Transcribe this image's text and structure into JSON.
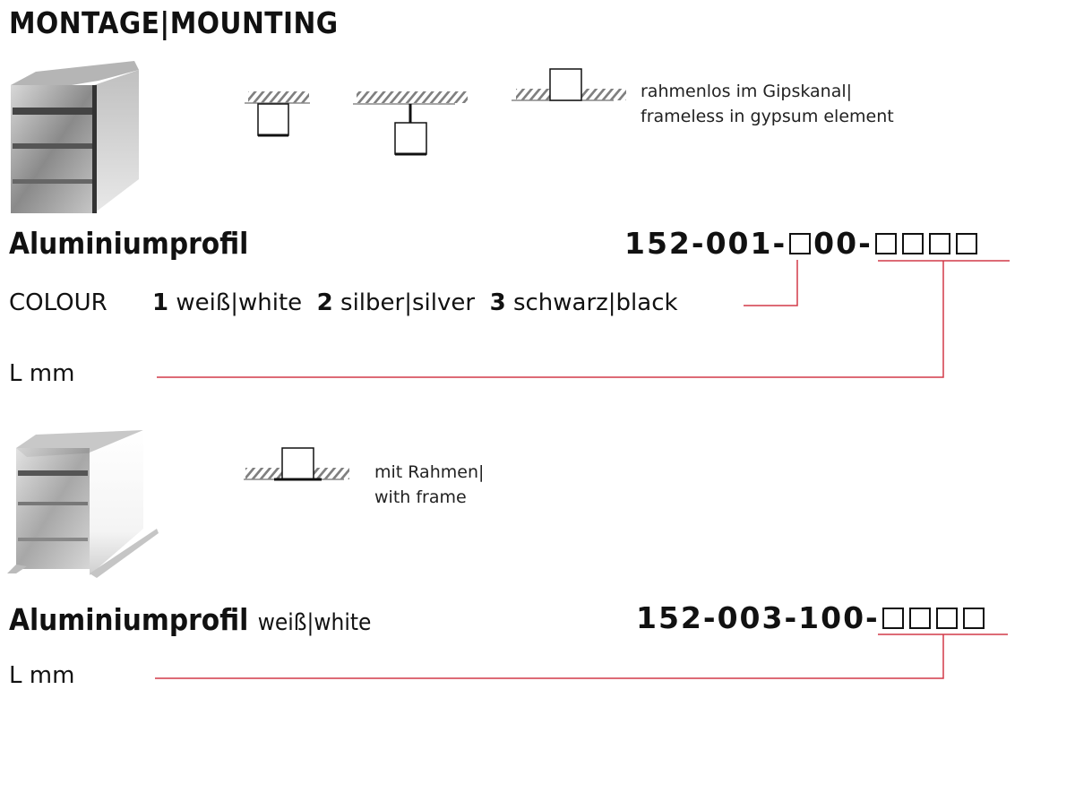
{
  "title": "MONTAGE|MOUNTING",
  "mounting_note_1": {
    "line1": "rahmenlos im Gipskanal|",
    "line2": "frameless in gypsum element"
  },
  "product_1": {
    "name": "Aluminiumprofil",
    "code_prefix": "152-001-",
    "code_mid": "00-",
    "colour_label": "COLOUR",
    "colours": [
      {
        "num": "1",
        "label": "weiß|white"
      },
      {
        "num": "2",
        "label": "silber|silver"
      },
      {
        "num": "3",
        "label": "schwarz|black"
      }
    ],
    "length_label": "L mm"
  },
  "mounting_note_2": {
    "line1": "mit Rahmen|",
    "line2": "with frame"
  },
  "product_2": {
    "name": "Aluminiumprofil",
    "variant": "weiß|white",
    "code_prefix": "152-003-100-",
    "length_label": "L mm"
  },
  "colors": {
    "accent_line": "#d23a48",
    "hatch": "#808080"
  }
}
